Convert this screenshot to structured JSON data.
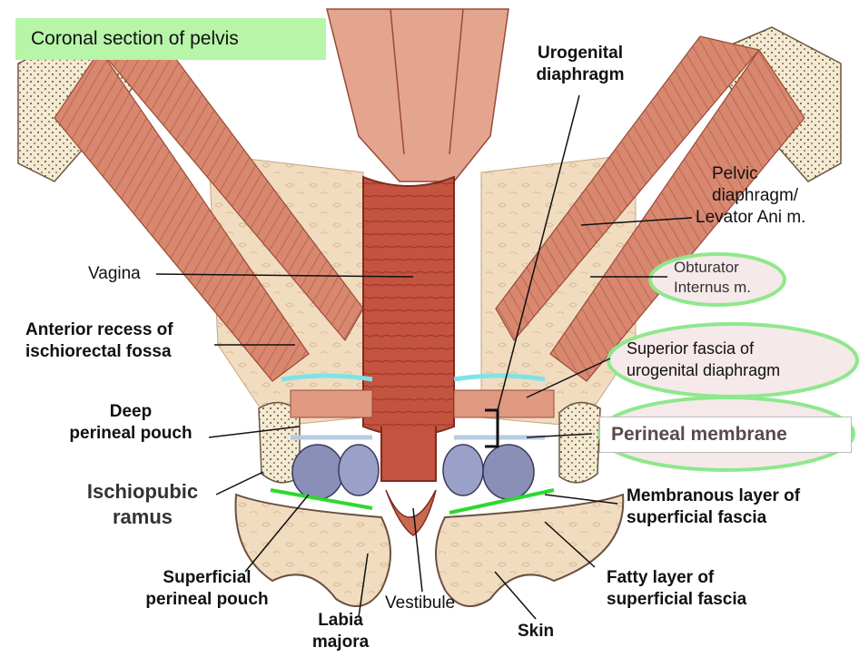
{
  "title": "Coronal section of pelvis",
  "colors": {
    "title_bg": "#b7f5a8",
    "highlight_ring": "#8ee88c",
    "highlight_fill": "#f6e9ea",
    "muscle": "#d98870",
    "fat": "#f1dcc0",
    "bone": "#f4ead2",
    "superior_fascia_line": "#7fe3e6",
    "membranous_layer_line": "#2ed82e"
  },
  "labels": {
    "urogenital_diaphragm": [
      "Urogenital",
      "diaphragm"
    ],
    "pelvic_diaphragm": [
      "Pelvic",
      "diaphragm/",
      "Levator Ani m."
    ],
    "vagina": "Vagina",
    "obturator_internus": [
      "Obturator",
      "Internus m."
    ],
    "anterior_recess": [
      "Anterior recess of",
      "ischiorectal fossa"
    ],
    "superior_fascia": [
      "Superior fascia of",
      "urogenital diaphragm"
    ],
    "deep_perineal_pouch": [
      "Deep",
      "perineal pouch"
    ],
    "perineal_membrane": "Perineal membrane",
    "ischiopubic_ramus": [
      "Ischiopubic",
      "ramus"
    ],
    "membranous_layer": [
      "Membranous layer of",
      "superficial fascia"
    ],
    "superficial_perineal_pouch": [
      "Superficial",
      "perineal pouch"
    ],
    "fatty_layer": [
      "Fatty layer of",
      "superficial fascia"
    ],
    "labia_majora": [
      "Labia",
      "majora"
    ],
    "vestibule": "Vestibule",
    "skin": "Skin"
  }
}
